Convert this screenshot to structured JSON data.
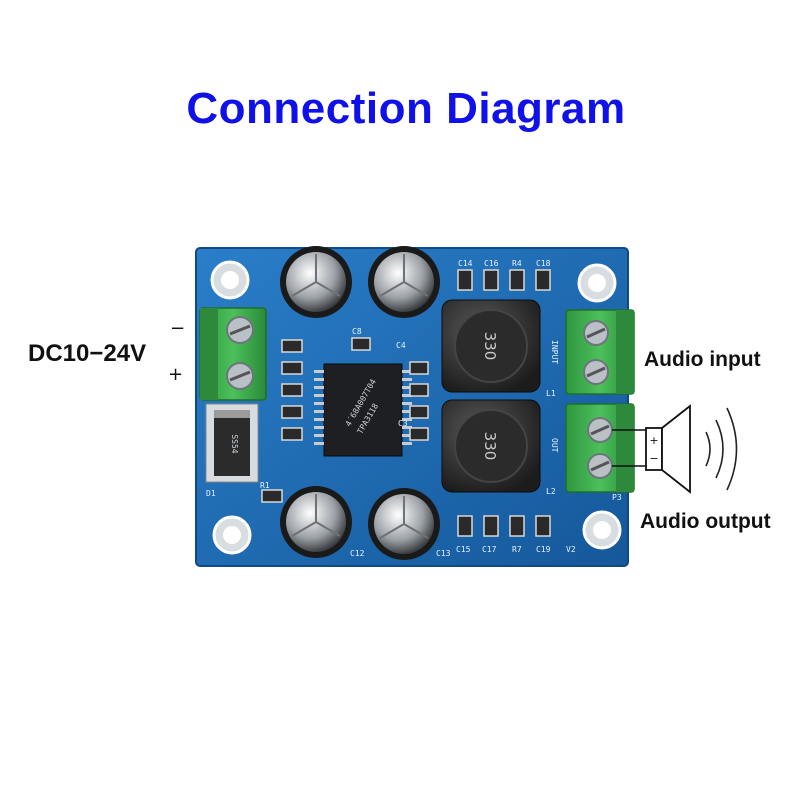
{
  "title": "Connection Diagram",
  "labels": {
    "power": "DC10−24V",
    "power_minus": "−",
    "power_plus": "+",
    "audio_input": "Audio input",
    "audio_output": "Audio output"
  },
  "board": {
    "chip_line1": "4´68A007T04",
    "chip_line2": "TPA3118",
    "inductor_marking": "330",
    "diode_marking": "SS54",
    "silk_input": "INPUT",
    "silk_out": "OUT",
    "silk_refs": [
      "C14",
      "C16",
      "R4",
      "C18",
      "C15",
      "C17",
      "R7",
      "C19",
      "C12",
      "C13",
      "C8",
      "C4",
      "C3",
      "D1",
      "R1",
      "L1",
      "L2",
      "P3",
      "V2"
    ]
  },
  "colors": {
    "title": "#1010e8",
    "pcb": "#1f6fb8",
    "terminal": "#3daa4a",
    "text": "#111111"
  },
  "icons": [
    "speaker-icon",
    "sound-wave-icon"
  ]
}
